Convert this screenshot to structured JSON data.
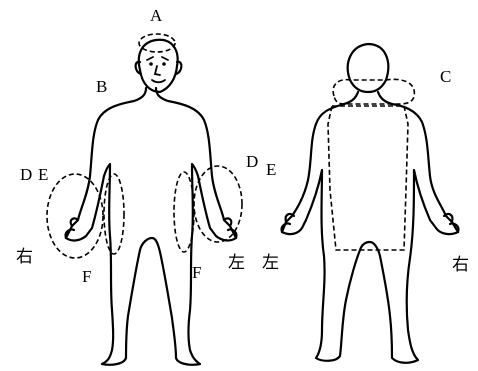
{
  "labels": {
    "a": "A",
    "b": "B",
    "c": "C",
    "d_front": "D",
    "e_front": "E",
    "d_front_right": "D",
    "e_front_right": "E",
    "f_front_left": "F",
    "f_front_right": "F",
    "right_front": "右",
    "left_front_1": "左",
    "left_front_2": "左",
    "right_back": "右"
  }
}
